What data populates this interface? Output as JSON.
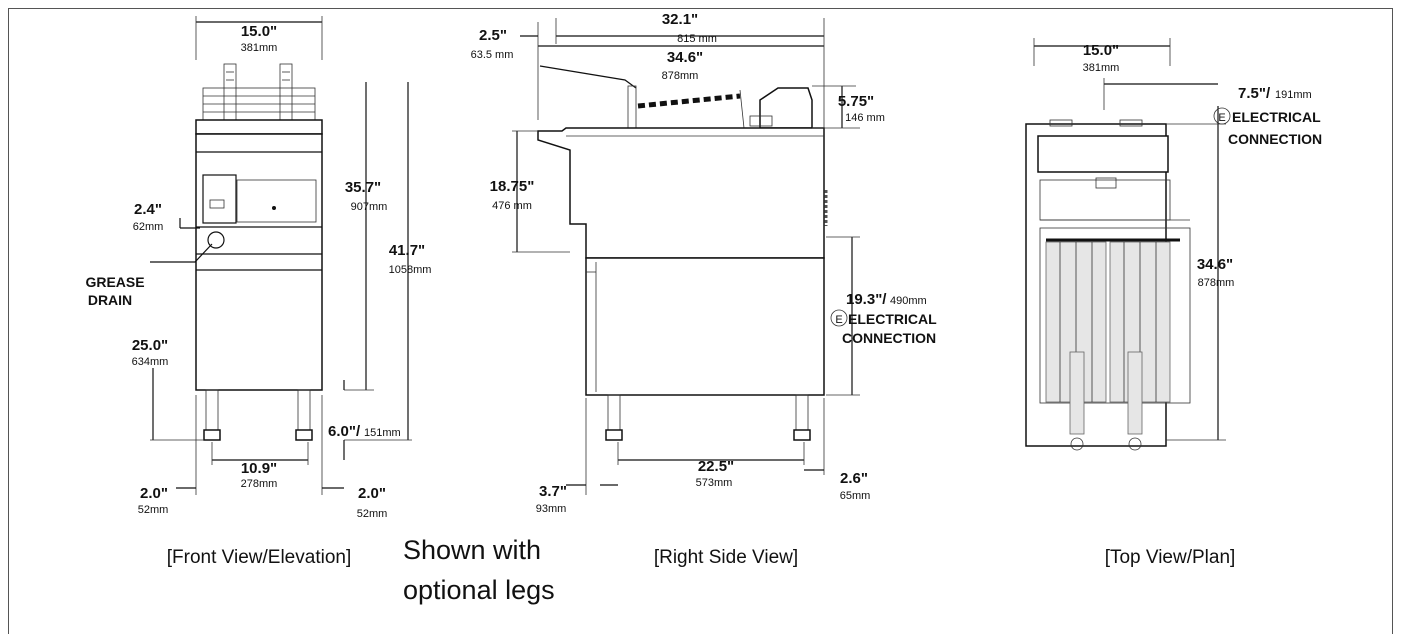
{
  "front": {
    "width_in": "15.0\"",
    "width_mm": "381mm",
    "height_top_in": "35.7\"",
    "height_top_mm": "907mm",
    "height_total_in": "41.7\"",
    "height_total_mm": "1058mm",
    "drain_in": "2.4\"",
    "drain_mm": "62mm",
    "grease": "GREASE",
    "drain": "DRAIN",
    "lower_in": "25.0\"",
    "lower_mm": "634mm",
    "legs_in": "6.0\"/",
    "legs_mm": "151mm",
    "leg_span_in": "10.9\"",
    "leg_span_mm": "278mm",
    "left_off_in": "2.0\"",
    "left_off_mm": "52mm",
    "right_off_in": "2.0\"",
    "right_off_mm": "52mm",
    "caption": "[Front View/Elevation]"
  },
  "note": {
    "line1": "Shown with",
    "line2": "optional legs"
  },
  "side": {
    "depth_in": "32.1\"",
    "depth_mm": "815 mm",
    "total_in": "34.6\"",
    "total_mm": "878mm",
    "back_in": "2.5\"",
    "back_mm": "63.5 mm",
    "top_in": "5.75\"",
    "top_mm": "146 mm",
    "rim_in": "18.75\"",
    "rim_mm": "476 mm",
    "elec_in": "19.3\"/",
    "elec_mm": "490mm",
    "elec_mark": "E",
    "elec_label1": "ELECTRICAL",
    "elec_label2": "CONNECTION",
    "leg_span_in": "22.5\"",
    "leg_span_mm": "573mm",
    "front_off_in": "3.7\"",
    "front_off_mm": "93mm",
    "rear_off_in": "2.6\"",
    "rear_off_mm": "65mm",
    "caption": "[Right Side View]"
  },
  "top": {
    "width_in": "15.0\"",
    "width_mm": "381mm",
    "elec_in": "7.5\"/",
    "elec_mm": "191mm",
    "elec_mark": "E",
    "elec_label1": "ELECTRICAL",
    "elec_label2": "CONNECTION",
    "depth_in": "34.6\"",
    "depth_mm": "878mm",
    "caption": "[Top View/Plan]"
  }
}
